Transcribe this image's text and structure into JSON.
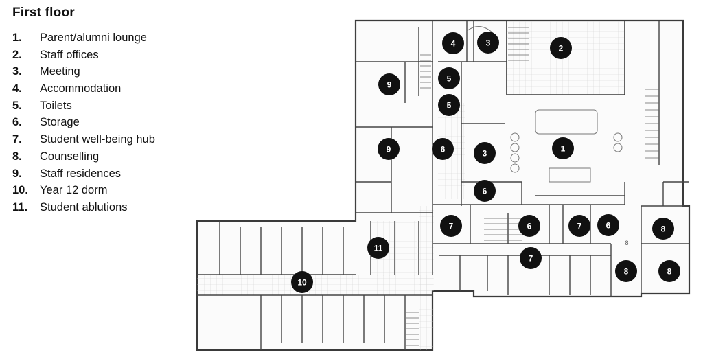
{
  "title": "First floor",
  "legend": [
    {
      "num": "1.",
      "label": "Parent/alumni lounge"
    },
    {
      "num": "2.",
      "label": "Staff offices"
    },
    {
      "num": "3.",
      "label": "Meeting"
    },
    {
      "num": "4.",
      "label": "Accommodation"
    },
    {
      "num": "5.",
      "label": "Toilets"
    },
    {
      "num": "6.",
      "label": "Storage"
    },
    {
      "num": "7.",
      "label": "Student well-being hub"
    },
    {
      "num": "8.",
      "label": "Counselling"
    },
    {
      "num": "9.",
      "label": "Staff residences"
    },
    {
      "num": "10.",
      "label": "Year 12 dorm"
    },
    {
      "num": "11.",
      "label": "Student ablutions"
    }
  ],
  "markers": [
    "4",
    "3",
    "2",
    "9",
    "5",
    "5",
    "6",
    "1",
    "3",
    "9",
    "6",
    "7",
    "6",
    "7",
    "6",
    "8",
    "11",
    "7",
    "10",
    "8",
    "8"
  ],
  "corridor_label": "8",
  "colors": {
    "wall": "#3a3a3a",
    "fill": "#f4f4f4",
    "marker": "#111111"
  }
}
